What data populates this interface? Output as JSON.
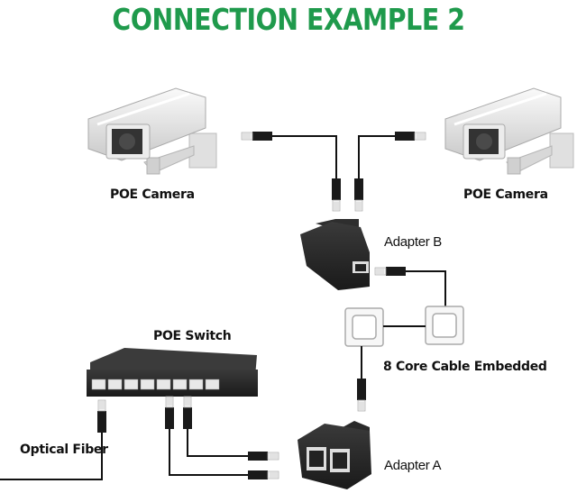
{
  "title": "CONNECTION EXAMPLE 2",
  "colors": {
    "title": "#1f9a4c",
    "cable": "#111111",
    "device": "#2a2a2a",
    "camera_body": "#e8e8e8"
  },
  "labels": {
    "camera_left": "POE Camera",
    "camera_right": "POE Camera",
    "adapter_b": "Adapter B",
    "poe_switch": "POE Switch",
    "core_cable": "8 Core Cable Embedded",
    "optical_fiber": "Optical Fiber",
    "adapter_a": "Adapter A"
  }
}
